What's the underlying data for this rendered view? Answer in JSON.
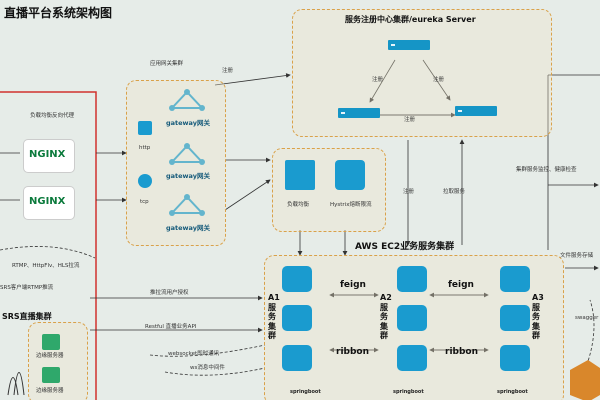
{
  "title": "直播平台系统架构图",
  "eureka": {
    "title": "服务注册中心集群/eureka Server",
    "register_left": "注册",
    "register_right": "注册",
    "register_bottom": "注册"
  },
  "gateway": {
    "cluster_label": "应用网关集群",
    "name": "gateway网关",
    "http": "http",
    "tcp": "tcp",
    "register": "注册"
  },
  "lb": {
    "label": "负载均衡反向代理"
  },
  "balancer": {
    "lb_label": "负载均衡",
    "hystrix_label": "Hystrix熔断限流"
  },
  "aws": {
    "title": "AWS EC2业务服务集群",
    "a1": "A1服务集群",
    "a2": "A2服务集群",
    "a3": "A3服务集群",
    "feign": "feign",
    "ribbon": "ribbon",
    "springboot": "springboot"
  },
  "links": {
    "register": "注册",
    "pull": "拉取服务",
    "cluster_monitor": "集群服务监控、健康检查",
    "file_storage": "文件服务存储",
    "swagger": "swagger",
    "rtmp": "RTMP、HttpFlv、HLS拉流",
    "push": "SRS客户端RTMP推流",
    "auth": "推拉流用户授权",
    "restful": "Restful 直播业务API",
    "websocket": "websocket即时通讯",
    "mq": "ws消息中间件",
    "edge": "边缘服务器"
  },
  "srs": {
    "title": "SRS直播集群"
  },
  "colors": {
    "accent": "#1595c6",
    "dashed_box": "#d9a14a",
    "red_frame": "#d0312d",
    "background": "#e6ece8"
  }
}
